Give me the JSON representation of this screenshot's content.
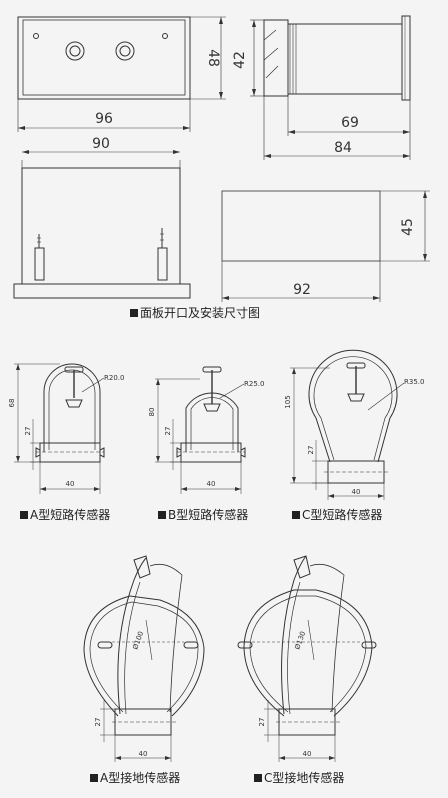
{
  "panel_front": {
    "width": "96",
    "height": "48"
  },
  "side_view": {
    "height": "42",
    "depth_body": "69",
    "depth_total": "84"
  },
  "panel_top": {
    "width": "90"
  },
  "cutout": {
    "width": "92",
    "height": "45"
  },
  "sensors": {
    "a_short": {
      "height": "68",
      "base": "27",
      "width": "40",
      "radius": "R20.0"
    },
    "b_short": {
      "height": "80",
      "base": "27",
      "width": "40",
      "radius": "R25.0"
    },
    "c_short": {
      "height": "105",
      "base": "27",
      "width": "40",
      "radius": "R35.0"
    },
    "a_ground": {
      "diameter": "Ø100",
      "base": "27",
      "width": "40"
    },
    "c_ground": {
      "diameter": "Ø130",
      "base": "27",
      "width": "40"
    }
  },
  "captions": {
    "cutout": "面板开口及安装尺寸图",
    "a_short": "A型短路传感器",
    "b_short": "B型短路传感器",
    "c_short": "C型短路传感器",
    "a_ground": "A型接地传感器",
    "c_ground": "C型接地传感器"
  },
  "colors": {
    "line": "#333333",
    "background": "#f4f4f4"
  }
}
